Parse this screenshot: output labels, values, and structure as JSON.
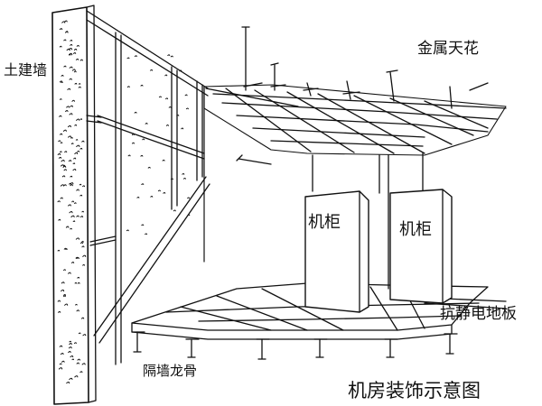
{
  "labels": {
    "civil_wall": "土建墙",
    "metal_ceiling": "金属天花",
    "cabinet_1": "机柜",
    "cabinet_2": "机柜",
    "raised_floor": "抗静电地板",
    "partition_stud": "隔墙龙骨"
  },
  "caption": "机房装饰示意图",
  "colors": {
    "ink": "#111111",
    "paper": "#ffffff"
  }
}
